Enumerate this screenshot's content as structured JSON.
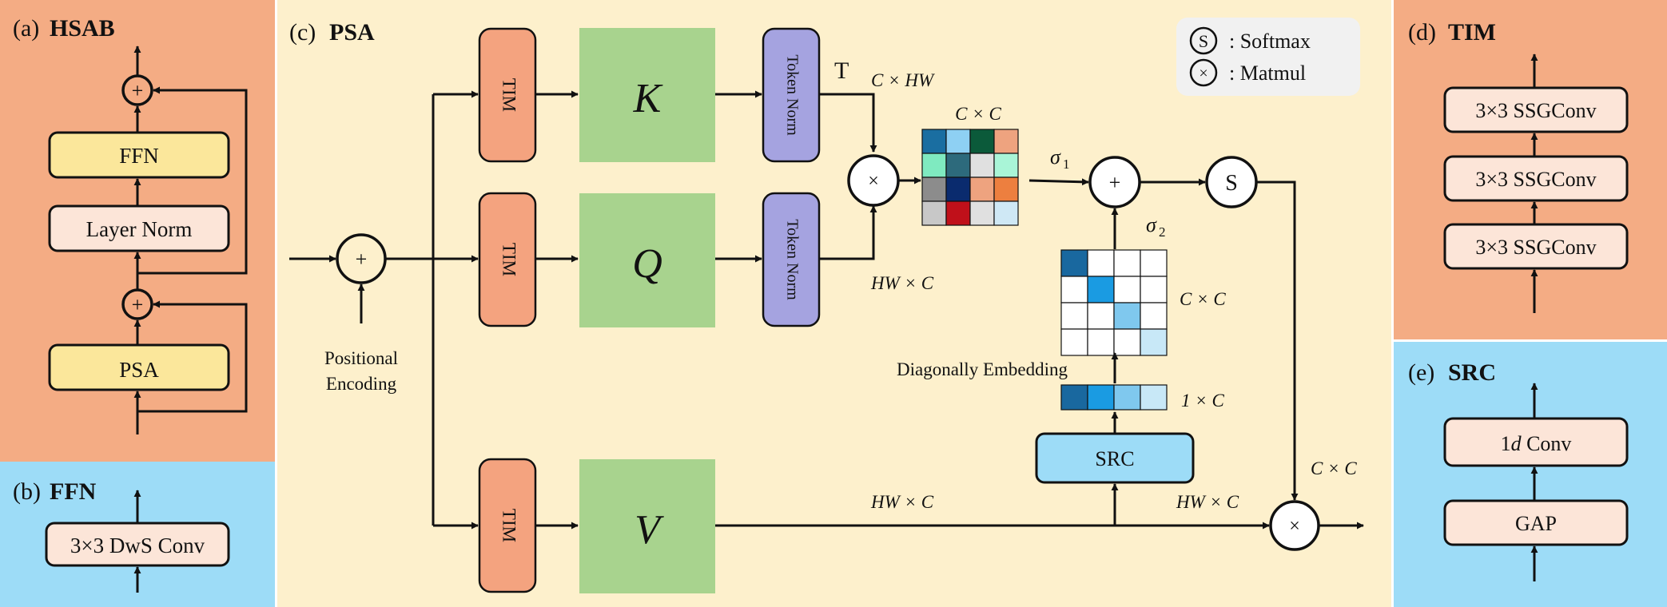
{
  "colors": {
    "orange_panel": "#F4AC84",
    "cream_panel": "#FDF0CC",
    "blue_panel": "#9DDCF7",
    "yellow_box": "#FBE79B",
    "pink_box": "#FCE5D8",
    "tim_box": "#F4A37F",
    "green_box": "#A8D38E",
    "purple_box": "#A5A3E0",
    "src_box": "#9DDCF7"
  },
  "panel_a": {
    "label_prefix": "(a)",
    "label": "HSAB",
    "ffn": "FFN",
    "layer_norm": "Layer Norm",
    "psa": "PSA",
    "plus": "+"
  },
  "panel_b": {
    "label_prefix": "(b)",
    "label": "FFN",
    "conv": "3×3 DwS Conv"
  },
  "panel_c": {
    "label_prefix": "(c)",
    "label": "PSA",
    "tim": "TIM",
    "k": "K",
    "q": "Q",
    "v": "V",
    "token_norm": "Token Norm",
    "transpose": "T",
    "c_hw": "C × HW",
    "c_c": "C × C",
    "hw_c": "HW × C",
    "one_c": "1 × C",
    "sigma1": "σ",
    "sigma1_sub": "1",
    "sigma2": "σ",
    "sigma2_sub": "2",
    "pos_enc_line1": "Positional",
    "pos_enc_line2": "Encoding",
    "diag_embed": "Diagonally Embedding",
    "src": "SRC",
    "softmax_symbol": "S",
    "matmul_symbol": "×",
    "plus": "+",
    "legend": {
      "softmax_sym": "S",
      "softmax": ":  Softmax",
      "matmul_sym": "×",
      "matmul": ":  Matmul"
    },
    "cc_grid": [
      "#1A6EA1",
      "#8ED0F3",
      "#0B5A3A",
      "#EEA37F",
      "#7FEAC0",
      "#2D6A7C",
      "#E0E0E0",
      "#A9F5D7",
      "#8C8C8C",
      "#0A2B6E",
      "#EEA37F",
      "#ED7F3F",
      "#C8C8C8",
      "#C0101A",
      "#E0E0E0",
      "#CFE8F5"
    ],
    "diag_cells": [
      "#19689F",
      "#1A9BE2",
      "#7FC8EE",
      "#C8E8F7"
    ]
  },
  "panel_d": {
    "label_prefix": "(d)",
    "label": "TIM",
    "conv1": "3×3 SSGConv",
    "conv2": "3×3 SSGConv",
    "conv3": "3×3 SSGConv"
  },
  "panel_e": {
    "label_prefix": "(e)",
    "label": "SRC",
    "conv_num": "1",
    "conv_d": "d",
    "conv_rest": " Conv",
    "gap": "GAP"
  }
}
